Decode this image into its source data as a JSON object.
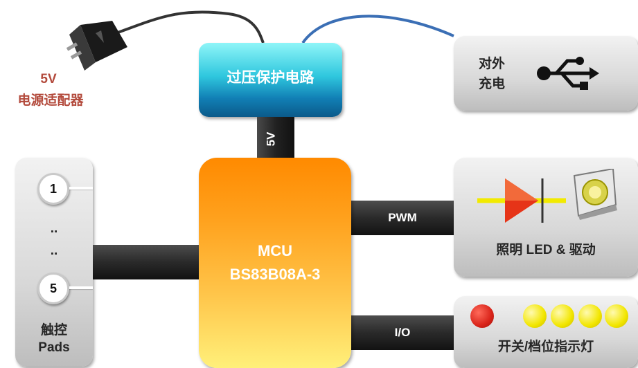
{
  "adapter": {
    "voltage": "5V",
    "label": "电源适配器"
  },
  "protection": {
    "label": "过压保护电路"
  },
  "link_5v": {
    "label": "5V"
  },
  "charge": {
    "label_line1": "对外",
    "label_line2": "充电"
  },
  "mcu": {
    "line1": "MCU",
    "line2": "BS83B08A-3"
  },
  "pwm_link": {
    "label": "PWM"
  },
  "io_link": {
    "label": "I/O"
  },
  "lighting": {
    "label": "照明 LED & 驱动"
  },
  "indicator": {
    "label": "开关/档位指示灯"
  },
  "touch": {
    "pad_first": "1",
    "dots1": "..",
    "dots2": "..",
    "pad_last": "5",
    "label_line1": "触控",
    "label_line2": "Pads"
  },
  "colors": {
    "protection_top": "#8ff5f8",
    "protection_bottom": "#0b5a8a",
    "mcu_top": "#ff8a00",
    "mcu_bottom": "#fff07a",
    "adapter_label": "#b34a3c",
    "red_led": "#d9241a",
    "yellow_led": "#f2e600"
  }
}
